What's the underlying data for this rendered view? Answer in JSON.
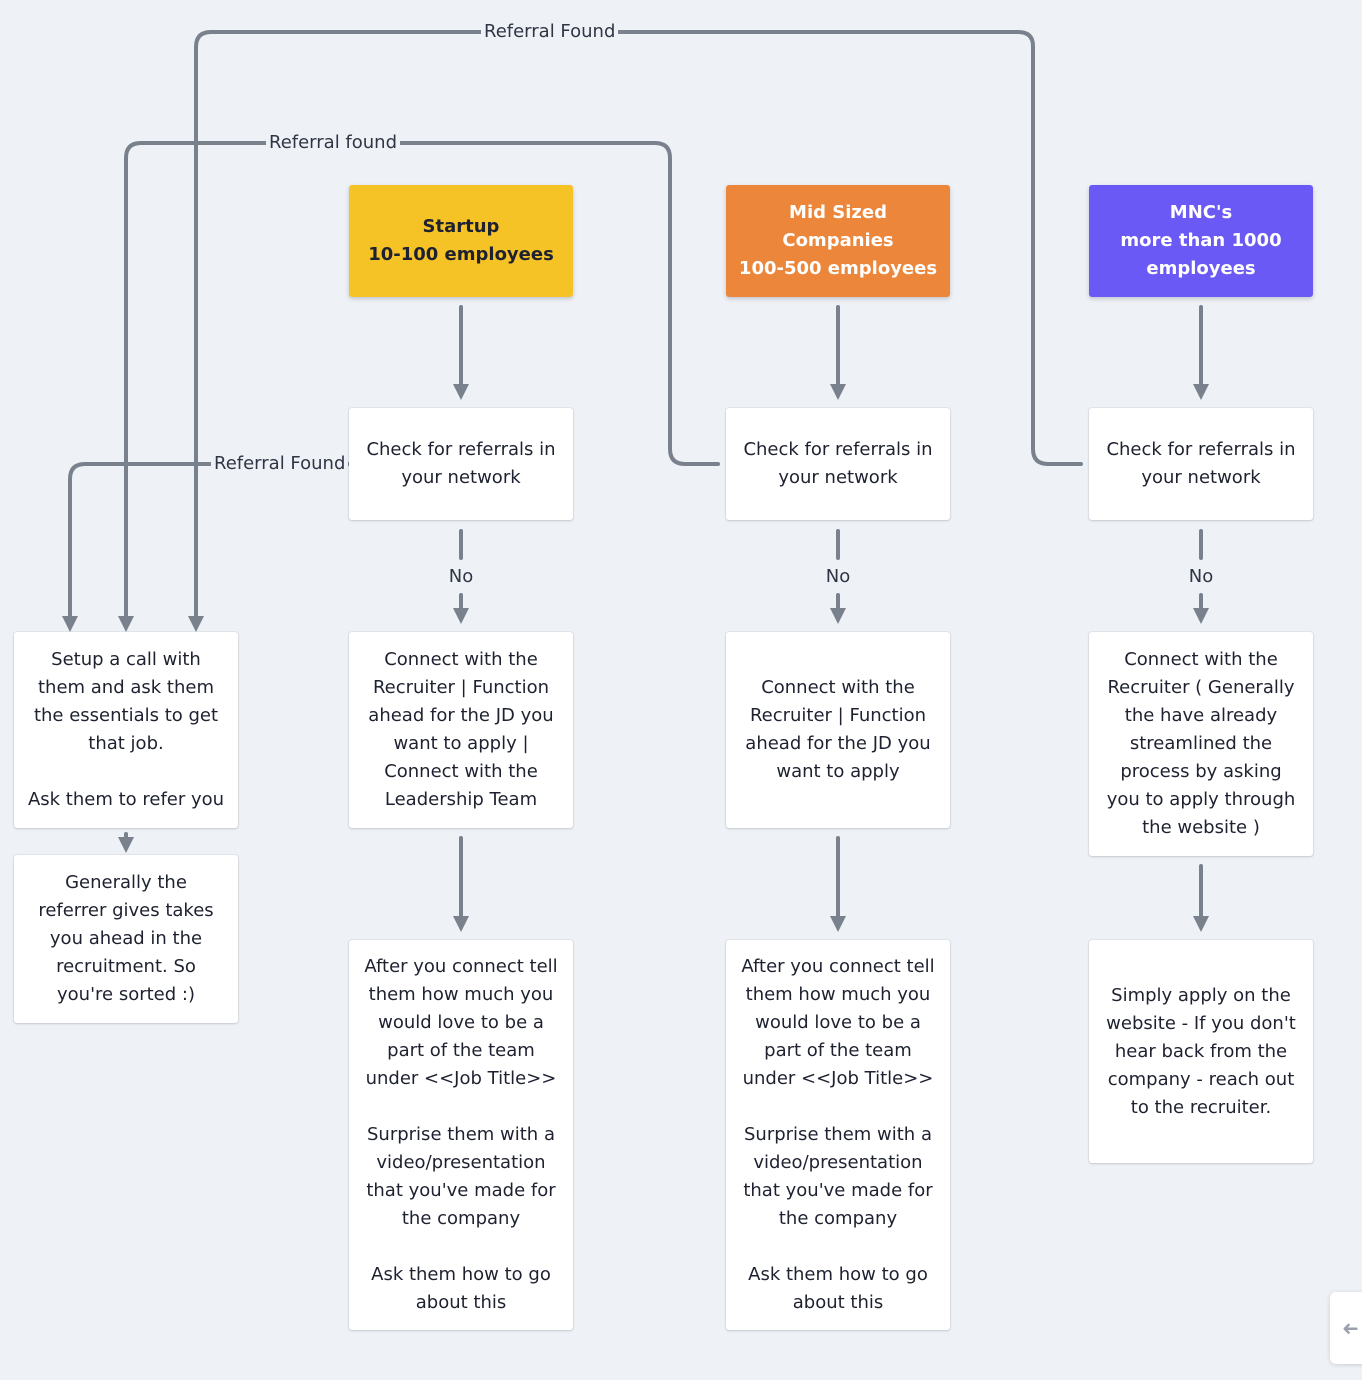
{
  "colors": {
    "background": "#eef1f5",
    "connector": "#79818d",
    "startup": "#f6c327",
    "mid_sized": "#ec863a",
    "mnc": "#6b59f5",
    "card": "#ffffff"
  },
  "tiers": {
    "startup": {
      "title": "Startup\n10-100 employees",
      "check": "Check for referrals in\nyour network",
      "connect": "Connect with the\nRecruiter | Function\nahead for the JD you\nwant to apply |\nConnect with the\nLeadership Team",
      "followup": "After you connect tell\nthem how much you\nwould love to be a\npart of the team\nunder <<Job Title>>\n\nSurprise them with a\nvideo/presentation\nthat you've made for\nthe company\n\nAsk them how to go\nabout this"
    },
    "mid_sized": {
      "title": "Mid Sized Companies\n100-500 employees",
      "check": "Check for referrals in\nyour network",
      "connect": "Connect with the\nRecruiter | Function\nahead for the JD you\nwant to apply",
      "followup": "After you connect tell\nthem how much you\nwould love to be a\npart of the team\nunder <<Job Title>>\n\nSurprise them with a\nvideo/presentation\nthat you've made for\nthe company\n\nAsk them how to go\nabout this"
    },
    "mnc": {
      "title": "MNC's\nmore than 1000\nemployees",
      "check": "Check for referrals in\nyour network",
      "connect": "Connect with the\nRecruiter ( Generally\nthe have already\nstreamlined the\nprocess by asking\nyou to apply through\nthe website )",
      "followup": "Simply apply on the\nwebsite - If you don't\nhear back from the\ncompany - reach out\nto the recruiter."
    }
  },
  "referral": {
    "setup_call": "Setup a call with\nthem and ask them\nthe essentials to get\nthat job.\n\nAsk them to refer you",
    "outcome": "Generally the\nreferrer gives takes\nyou ahead in the\nrecruitment. So\nyou're sorted :)"
  },
  "edge_labels": {
    "referral_found_mnc": "Referral Found",
    "referral_found_mid": "Referral found",
    "referral_found_startup": "Referral Found",
    "no_startup": "No",
    "no_mid": "No",
    "no_mnc": "No"
  },
  "back_icon": "arrow-left-icon"
}
